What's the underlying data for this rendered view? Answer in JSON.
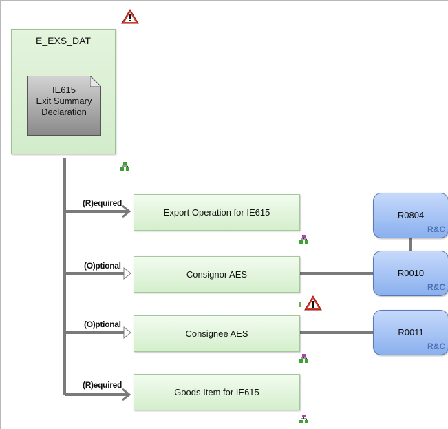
{
  "diagram": {
    "root": {
      "title": "E_EXS_DAT",
      "document": {
        "line1": "IE615",
        "line2": "Exit Summary",
        "line3": "Declaration"
      }
    },
    "children": [
      {
        "cardinality": "(R)equired",
        "label": "Export Operation for IE615"
      },
      {
        "cardinality": "(O)ptional",
        "label": "Consignor AES"
      },
      {
        "cardinality": "(O)ptional",
        "label": "Consignee AES"
      },
      {
        "cardinality": "(R)equired",
        "label": "Goods Item for IE615"
      }
    ],
    "references": [
      {
        "code": "R0804",
        "tag": "R&C"
      },
      {
        "code": "R0010",
        "tag": "R&C"
      },
      {
        "code": "R0011",
        "tag": "R&C"
      }
    ]
  },
  "colors": {
    "connector": "#7a7a7a",
    "warning": "#d83a2a",
    "tree_icon_green": "#3aa332",
    "tree_icon_magenta": "#b040b0"
  },
  "icons": [
    "warning-icon",
    "hierarchy-icon",
    "document-icon",
    "arrow-icon"
  ]
}
